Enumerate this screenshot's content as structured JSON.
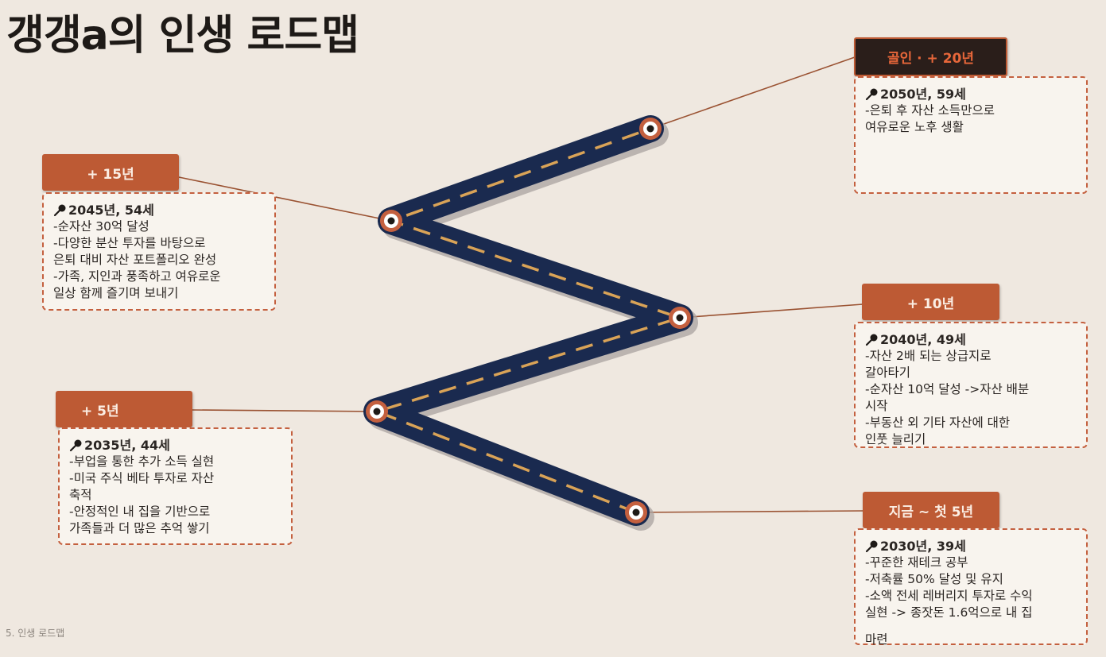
{
  "title": "갱갱a의 인생 로드맵",
  "footer": "5. 인생 로드맵",
  "colors": {
    "road": "#1a2a4f",
    "dash": "#d9a357",
    "accent": "#bd5a34",
    "dark_tag": "#2a1e1a"
  },
  "icons": {
    "pin": "pin-icon",
    "waypoint": "waypoint-marker-icon"
  },
  "milestones": [
    {
      "tag": "지금 ~ 첫 5년",
      "head": "2030년, 39세",
      "lines": [
        "-꾸준한 재테크 공부",
        "-저축률 50% 달성 및 유지",
        "-소액 전세 레버리지 투자로 수익",
        "실현 -> 종잣돈 1.6억으로 내 집",
        "마련"
      ]
    },
    {
      "tag": "+ 5년",
      "head": "2035년, 44세",
      "lines": [
        "-부업을 통한 추가 소득 실현",
        "-미국 주식 베타 투자로 자산",
        "축적",
        "-안정적인 내 집을 기반으로",
        "가족들과 더 많은 추억 쌓기"
      ]
    },
    {
      "tag": "+ 10년",
      "head": "2040년, 49세",
      "lines": [
        "-자산 2배 되는 상급지로",
        "갈아타기",
        "-순자산 10억 달성 ->자산 배분",
        "시작",
        "-부동산 외 기타 자산에 대한",
        "인풋 늘리기"
      ]
    },
    {
      "tag": "+ 15년",
      "head": "2045년, 54세",
      "lines": [
        "-순자산 30억 달성",
        "-다양한 분산 투자를 바탕으로",
        "은퇴 대비 자산 포트폴리오 완성",
        "-가족, 지인과 풍족하고 여유로운",
        "일상 함께 즐기며 보내기"
      ]
    },
    {
      "tag": "골인 · + 20년",
      "head": "2050년, 59세",
      "lines": [
        "-은퇴 후 자산 소득만으로",
        "여유로운 노후 생활"
      ]
    }
  ]
}
